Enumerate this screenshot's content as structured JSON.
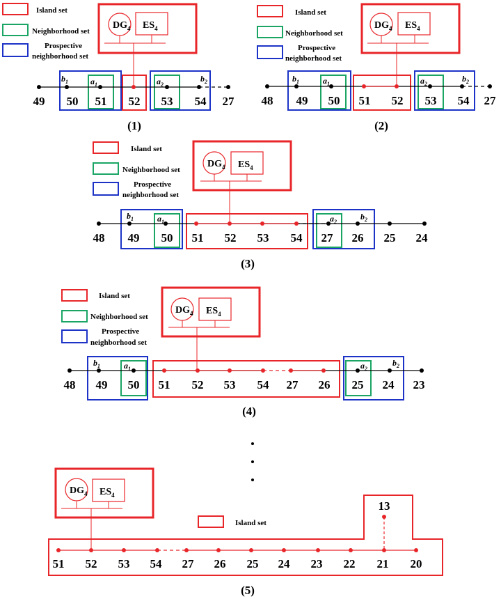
{
  "legend": {
    "island": "Island set",
    "neighborhood": "Neighborhood set",
    "prospective_line1": "Prospective",
    "prospective_line2": "neighborhood set"
  },
  "device": {
    "dg": "DG",
    "es": "ES",
    "sub": "4"
  },
  "marks": {
    "b": "b",
    "a": "a",
    "one": "1",
    "two": "2"
  },
  "colors": {
    "island": "#e8262a",
    "neighborhood": "#1aa564",
    "prospective": "#1d33c7",
    "line": "#000000"
  },
  "panels": [
    {
      "caption": "(1)",
      "nodes": [
        "49",
        "50",
        "51",
        "52",
        "53",
        "54",
        "27"
      ]
    },
    {
      "caption": "(2)",
      "nodes": [
        "48",
        "49",
        "50",
        "51",
        "52",
        "53",
        "54",
        "27"
      ]
    },
    {
      "caption": "(3)",
      "nodes": [
        "48",
        "49",
        "50",
        "51",
        "52",
        "53",
        "54",
        "27",
        "26",
        "25",
        "24"
      ]
    },
    {
      "caption": "(4)",
      "nodes": [
        "48",
        "49",
        "50",
        "51",
        "52",
        "53",
        "54",
        "27",
        "26",
        "25",
        "24",
        "23"
      ]
    },
    {
      "caption": "(5)",
      "nodes": [
        "51",
        "52",
        "53",
        "54",
        "27",
        "26",
        "25",
        "24",
        "23",
        "22",
        "21",
        "20",
        "13"
      ]
    }
  ],
  "ellipsis": "·"
}
